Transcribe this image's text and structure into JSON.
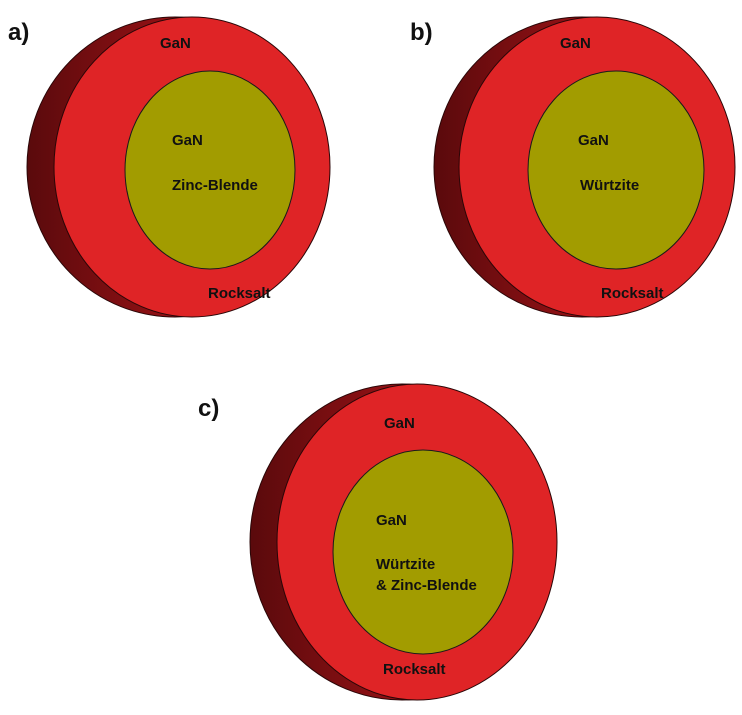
{
  "panels": [
    {
      "id": "a",
      "label": "a)",
      "shell_material": "GaN",
      "shell_phase": "Rocksalt",
      "core_material": "GaN",
      "core_phase_lines": [
        "Zinc-Blende"
      ]
    },
    {
      "id": "b",
      "label": "b)",
      "shell_material": "GaN",
      "shell_phase": "Rocksalt",
      "core_material": "GaN",
      "core_phase_lines": [
        "Würtzite"
      ]
    },
    {
      "id": "c",
      "label": "c)",
      "shell_material": "GaN",
      "shell_phase": "Rocksalt",
      "core_material": "GaN",
      "core_phase_lines": [
        "Würtzite",
        "& Zinc-Blende"
      ]
    }
  ],
  "colors": {
    "shell_face": "#df2426",
    "shell_side_light": "#c81e22",
    "shell_side_dark": "#5a0a0c",
    "core_fill": "#a29c00",
    "outline": "#2a0607"
  }
}
